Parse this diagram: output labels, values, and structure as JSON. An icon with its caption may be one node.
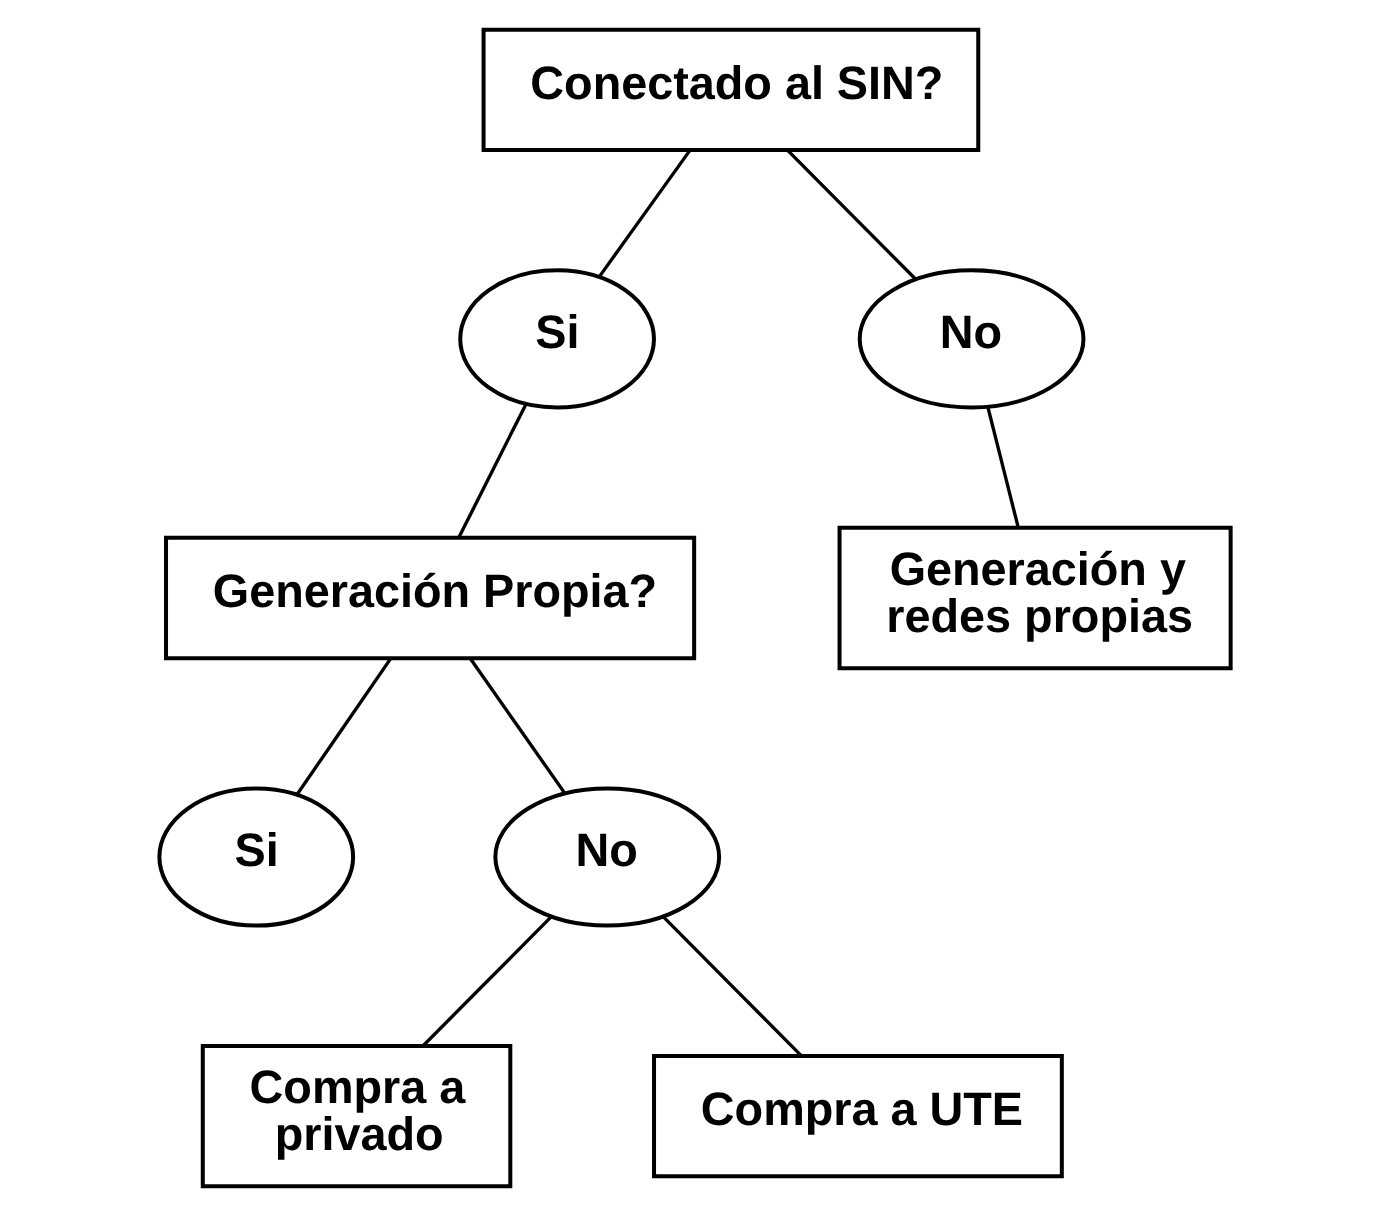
{
  "diagram": {
    "nodes": [
      {
        "text": [
          "Conectado al SIN?"
        ]
      },
      {
        "text": [
          "Si"
        ]
      },
      {
        "text": [
          "No"
        ]
      },
      {
        "text": [
          "Generación Propia?"
        ]
      },
      {
        "text": [
          "Generación y redes propias"
        ]
      },
      {
        "text": [
          "Si"
        ]
      },
      {
        "text": [
          "No"
        ]
      },
      {
        "text": [
          "Compra a privado"
        ]
      },
      {
        "text": [
          "Compra a UTE"
        ]
      }
    ],
    "edges": [
      {
        "from": 0,
        "to": 1,
        "arrow": "none"
      },
      {
        "from": 0,
        "to": 2,
        "arrow": "none"
      },
      {
        "from": 1,
        "to": 3,
        "arrow": "none"
      },
      {
        "from": 2,
        "to": 4,
        "arrow": "none"
      },
      {
        "from": 3,
        "to": 5,
        "arrow": "none"
      },
      {
        "from": 3,
        "to": 6,
        "arrow": "none"
      },
      {
        "from": 6,
        "to": 7,
        "arrow": "none"
      },
      {
        "from": 6,
        "to": 8,
        "arrow": "none"
      }
    ]
  }
}
